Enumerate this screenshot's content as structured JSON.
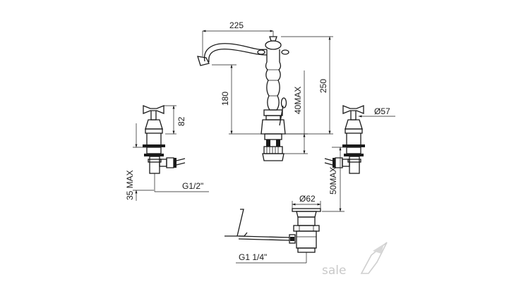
{
  "dimensions": {
    "spout_reach": "225",
    "spout_height": "180",
    "body_height": "250",
    "deck_thickness_max": "40MAX",
    "handle_height": "82",
    "handle_diameter": "Ø57",
    "valve_depth_max": "35 MAX",
    "valve_thread": "G1/2\"",
    "waste_diameter": "Ø62",
    "waste_depth_max": "50MAX",
    "waste_thread": "G1 1/4\""
  },
  "watermark": "sale"
}
